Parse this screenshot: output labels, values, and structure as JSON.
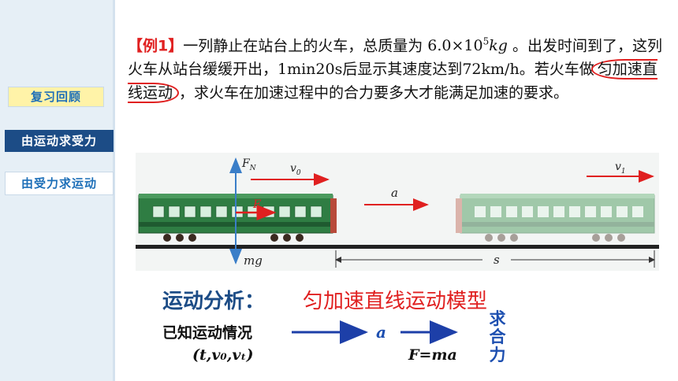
{
  "sidebar": {
    "items": [
      {
        "label": "复习回顾"
      },
      {
        "label": "由运动求受力"
      },
      {
        "label": "由受力求运动"
      }
    ]
  },
  "problem": {
    "tag": "【例1】",
    "text1": "一列静止在站台上的火车，总质量为",
    "mass": "6.0×10",
    "mass_exp": "5",
    "mass_unit": "kg",
    "text2": "。出发时间到了，这列火车从站台缓缓开出，1min20s后显示其速度达到72km/h。若火车做",
    "highlight": "匀加速直线运动",
    "text3": "，求火车在加速过程中的合力要多大才能满足加速的要求。"
  },
  "diagram": {
    "fn": "F",
    "fn_sub": "N",
    "v0": "v",
    "v0_sub": "0",
    "f": "F",
    "mg": "mg",
    "a": "a",
    "v1": "v",
    "v1_sub": "1",
    "s": "s"
  },
  "analysis": {
    "title": "运动分析：",
    "model": "匀加速直线运动模型",
    "known": "已知运动情况",
    "known_vars": "(t,v₀,vₜ)",
    "accel": "a",
    "formula": "F=ma",
    "result": "求合力"
  },
  "colors": {
    "accent_red": "#e02020",
    "accent_blue": "#1d4fb0",
    "nav_active": "#1c4c86",
    "train_green": "#2f7d43"
  }
}
